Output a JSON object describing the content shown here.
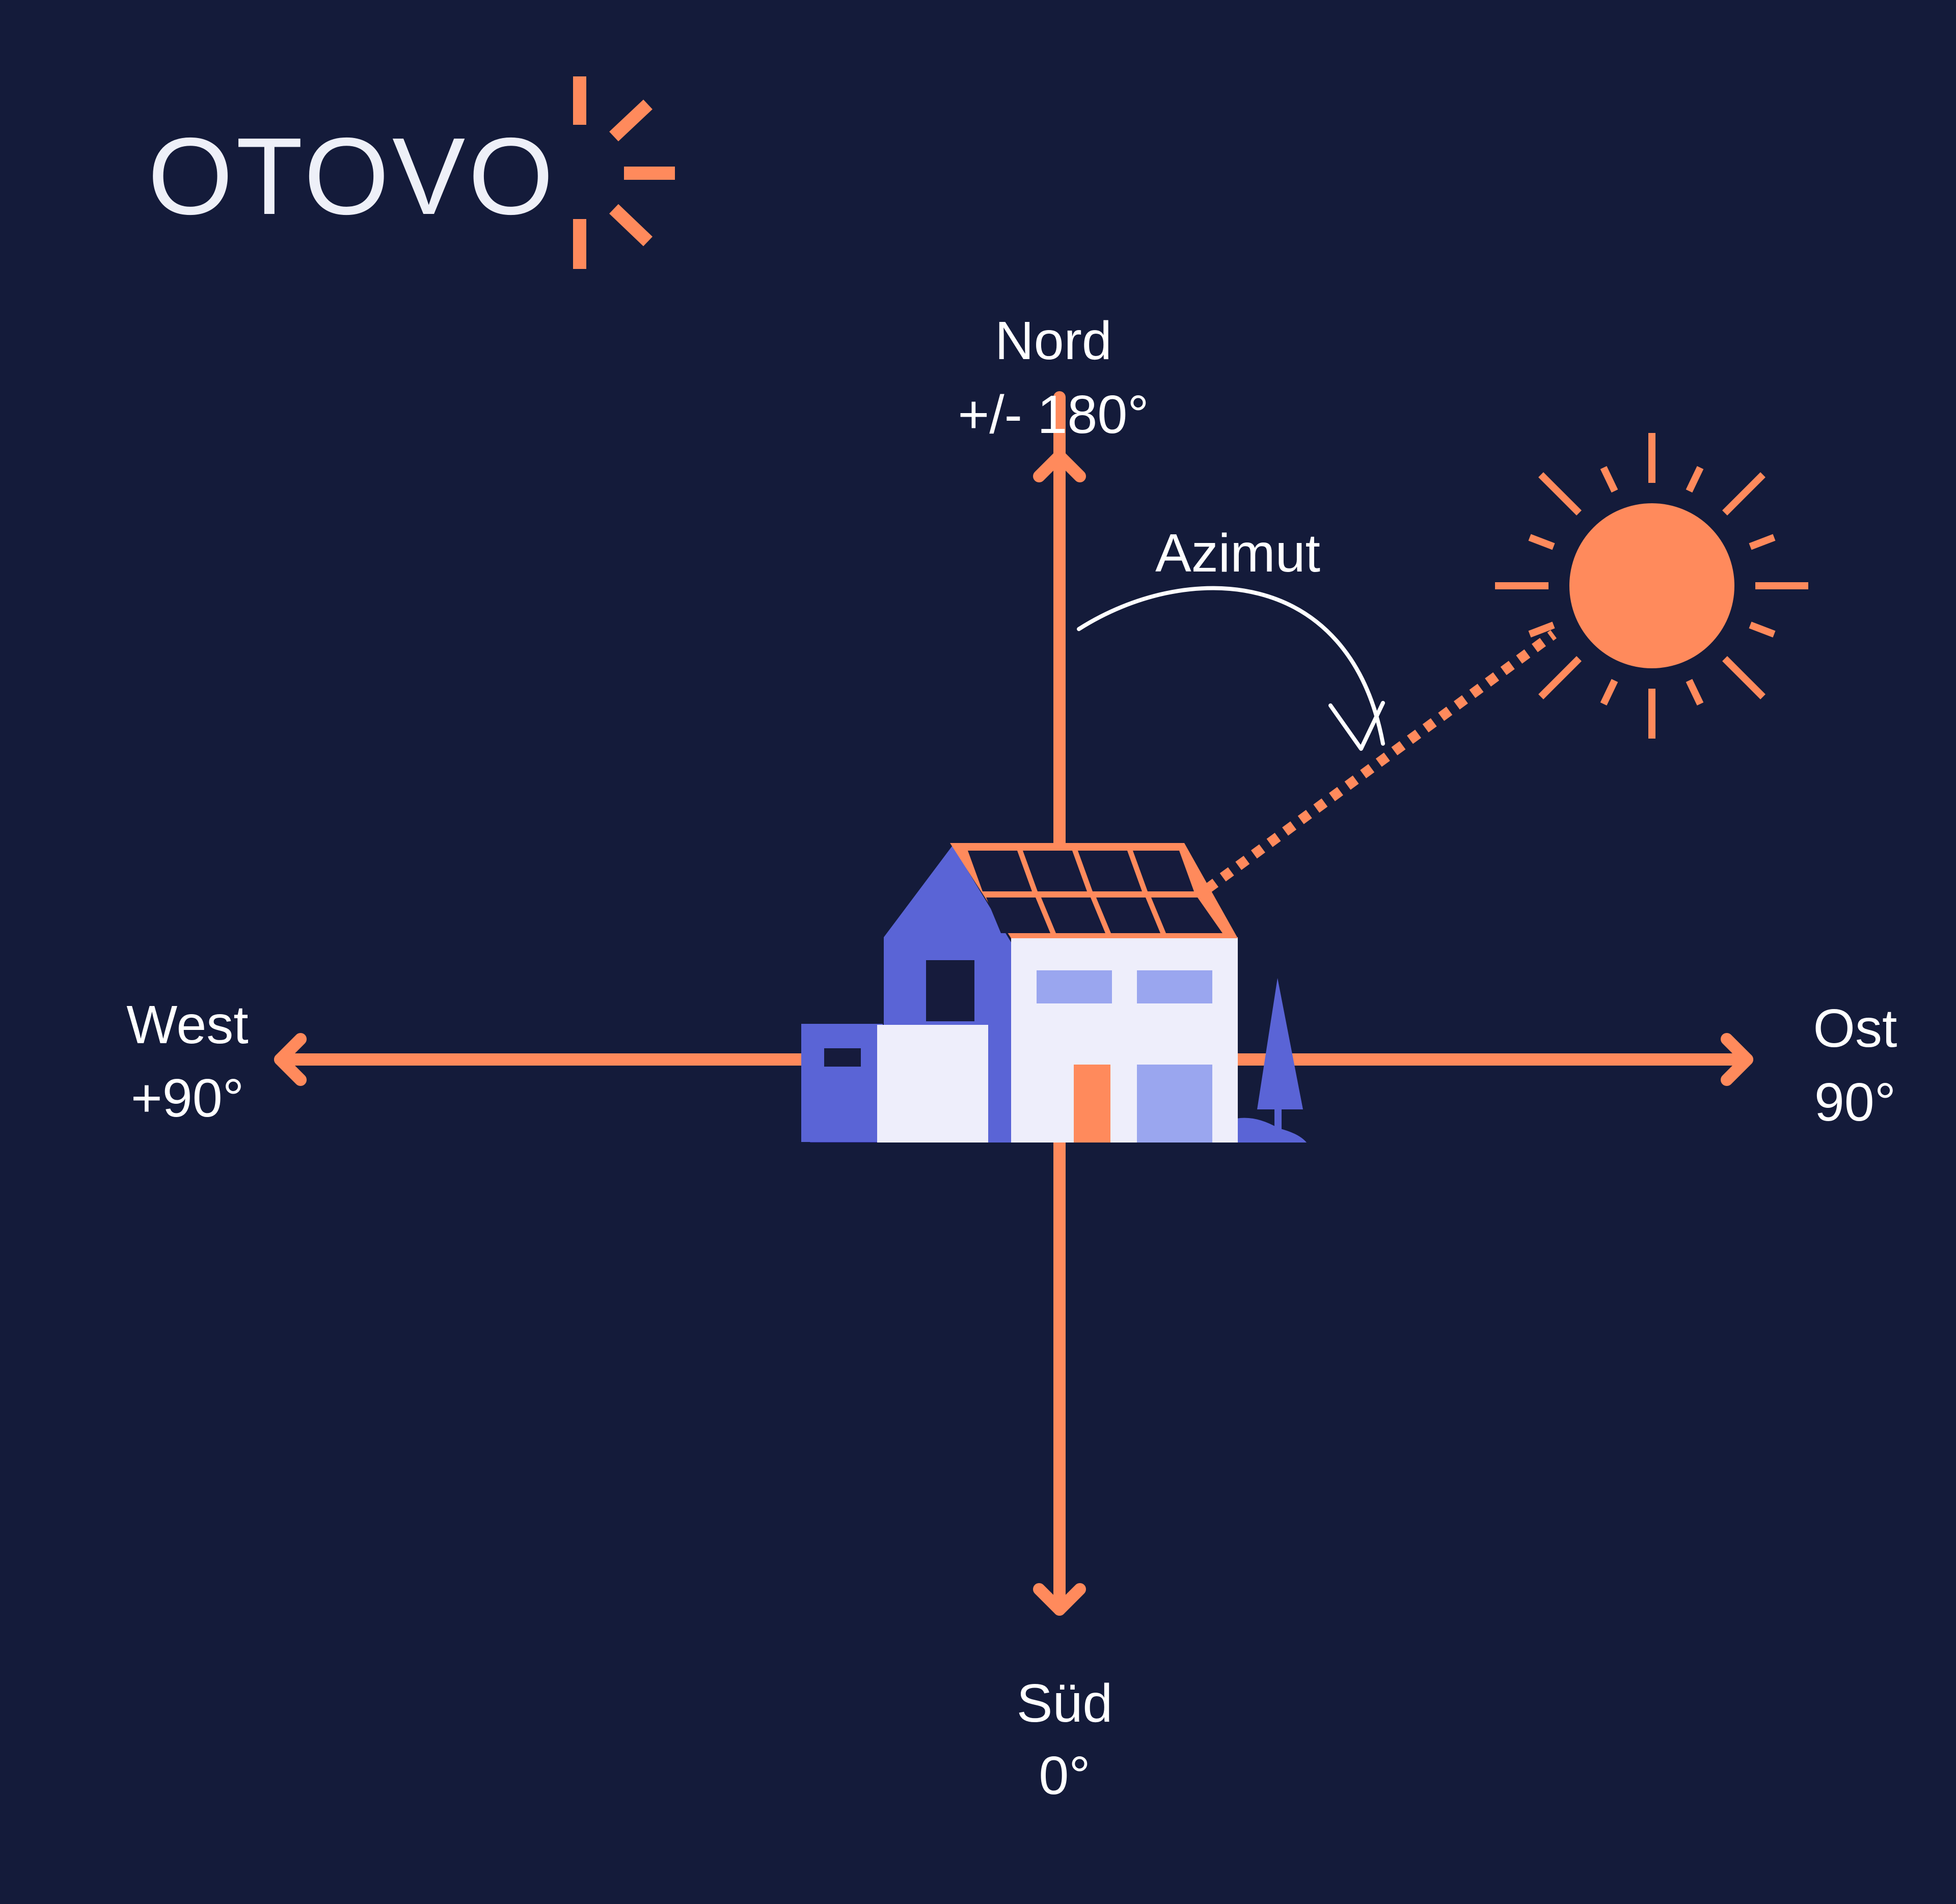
{
  "brand": {
    "name": "OTOVO",
    "text_color": "#eef0f8",
    "accent_color": "#ff8a5c"
  },
  "directions": {
    "north": {
      "name": "Nord",
      "value": "+/- 180°"
    },
    "south": {
      "name": "Süd",
      "value": "0°"
    },
    "west": {
      "name": "West",
      "value": "+90°"
    },
    "east": {
      "name": "Ost",
      "value": "90°"
    }
  },
  "azimuth": {
    "label": "Azimut"
  },
  "icons": {
    "logo": "otovo-logo",
    "sun": "sun-icon",
    "house": "house-with-solar-panels-icon"
  },
  "colors": {
    "background": "#141b3a",
    "axis": "#ff8a5c",
    "sun": "#ff8a5c",
    "house_wall": "#eeeefb",
    "house_side": "#5a64d6",
    "window": "#9aa6ef",
    "door": "#ff8a5c",
    "panel": "#161b3c",
    "label": "#ffffff"
  }
}
